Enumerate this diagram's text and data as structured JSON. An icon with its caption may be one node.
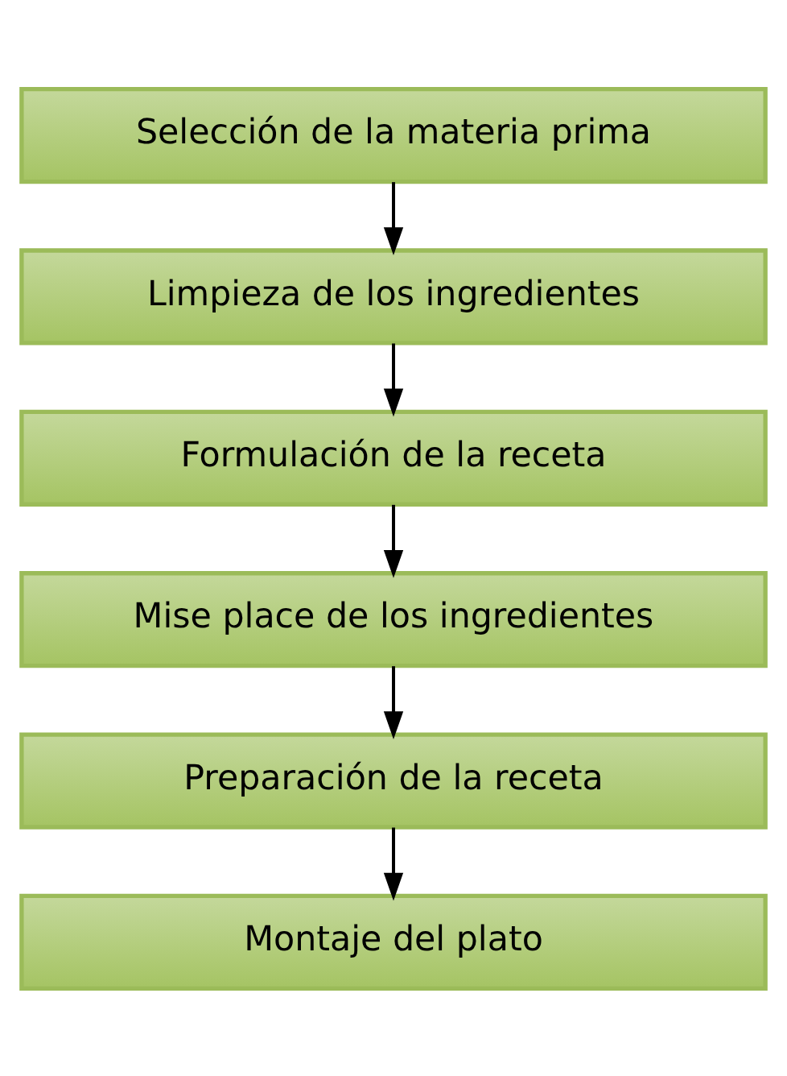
{
  "diagram": {
    "nodes": [
      {
        "text": [
          "Selección de la materia prima"
        ]
      },
      {
        "text": [
          "Limpieza de los ingredientes"
        ]
      },
      {
        "text": [
          "Formulación de la receta"
        ]
      },
      {
        "text": [
          "Mise place de los ingredientes"
        ]
      },
      {
        "text": [
          "Preparación de la receta"
        ]
      },
      {
        "text": [
          "Montaje del plato"
        ]
      }
    ],
    "edges": [
      {
        "from": 0,
        "to": 1,
        "arrow": "to"
      },
      {
        "from": 1,
        "to": 2,
        "arrow": "to"
      },
      {
        "from": 2,
        "to": 3,
        "arrow": "to"
      },
      {
        "from": 3,
        "to": 4,
        "arrow": "to"
      },
      {
        "from": 4,
        "to": 5,
        "arrow": "to"
      }
    ]
  }
}
